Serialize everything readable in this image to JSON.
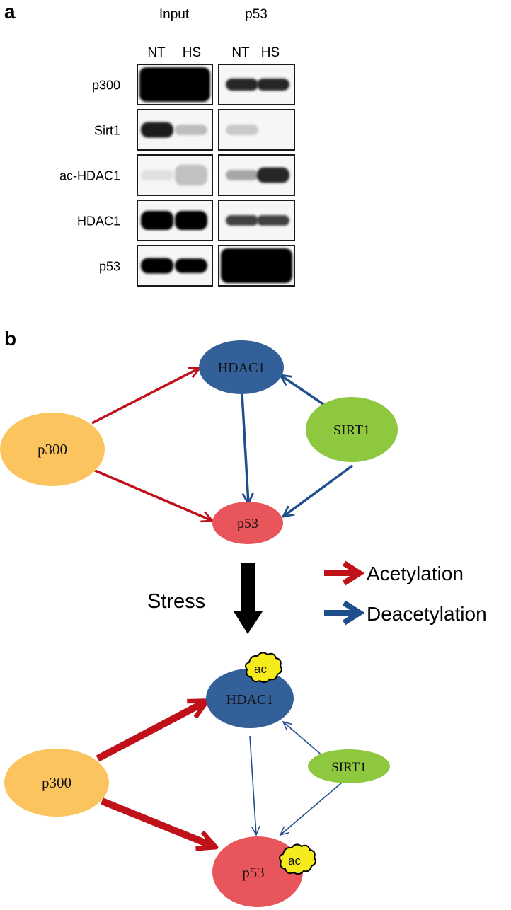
{
  "panel_a": {
    "label": "a",
    "groups": [
      {
        "name": "Input",
        "lanes": [
          "NT",
          "HS"
        ]
      },
      {
        "name": "p53",
        "lanes": [
          "NT",
          "HS"
        ]
      }
    ],
    "rows": [
      {
        "label": "p300",
        "input_bands": [
          {
            "intensity": 1.0,
            "thickness": 1.0
          },
          {
            "intensity": 1.0,
            "thickness": 1.0
          }
        ],
        "ip_bands": [
          {
            "intensity": 0.85,
            "thickness": 0.35
          },
          {
            "intensity": 0.85,
            "thickness": 0.35
          }
        ]
      },
      {
        "label": "Sirt1",
        "input_bands": [
          {
            "intensity": 0.9,
            "thickness": 0.45
          },
          {
            "intensity": 0.2,
            "thickness": 0.3
          }
        ],
        "ip_bands": [
          {
            "intensity": 0.15,
            "thickness": 0.3
          },
          {
            "intensity": 0.0,
            "thickness": 0.2
          }
        ]
      },
      {
        "label": "ac-HDAC1",
        "input_bands": [
          {
            "intensity": 0.05,
            "thickness": 0.3
          },
          {
            "intensity": 0.18,
            "thickness": 0.6
          }
        ],
        "ip_bands": [
          {
            "intensity": 0.3,
            "thickness": 0.3
          },
          {
            "intensity": 0.85,
            "thickness": 0.45
          }
        ]
      },
      {
        "label": "HDAC1",
        "input_bands": [
          {
            "intensity": 1.0,
            "thickness": 0.55
          },
          {
            "intensity": 1.0,
            "thickness": 0.55
          }
        ],
        "ip_bands": [
          {
            "intensity": 0.75,
            "thickness": 0.3
          },
          {
            "intensity": 0.75,
            "thickness": 0.3
          }
        ]
      },
      {
        "label": "p53",
        "input_bands": [
          {
            "intensity": 1.0,
            "thickness": 0.45
          },
          {
            "intensity": 1.0,
            "thickness": 0.42
          }
        ],
        "ip_bands": [
          {
            "intensity": 1.0,
            "thickness": 1.0
          },
          {
            "intensity": 1.0,
            "thickness": 1.0
          }
        ]
      }
    ]
  },
  "panel_b": {
    "label": "b",
    "before": {
      "nodes": {
        "hdac1": "HDAC1",
        "sirt1": "SIRT1",
        "p300": "p300",
        "p53": "p53"
      },
      "edges": [
        {
          "from": "p300",
          "to": "HDAC1",
          "kind": "Acetylation",
          "weight": "normal"
        },
        {
          "from": "p300",
          "to": "p53",
          "kind": "Acetylation",
          "weight": "normal"
        },
        {
          "from": "SIRT1",
          "to": "HDAC1",
          "kind": "Deacetylation",
          "weight": "normal"
        },
        {
          "from": "SIRT1",
          "to": "p53",
          "kind": "Deacetylation",
          "weight": "normal"
        },
        {
          "from": "HDAC1",
          "to": "p53",
          "kind": "Deacetylation",
          "weight": "normal"
        }
      ]
    },
    "transition_label": "Stress",
    "legend": [
      {
        "label": "Acetylation",
        "color": "#c0111b"
      },
      {
        "label": "Deacetylation",
        "color": "#1f4e8c"
      }
    ],
    "after": {
      "nodes": {
        "hdac1": "HDAC1",
        "sirt1": "SIRT1",
        "p300": "p300",
        "p53": "p53"
      },
      "modification_tag": "ac",
      "edges": [
        {
          "from": "p300",
          "to": "HDAC1",
          "kind": "Acetylation",
          "weight": "thick"
        },
        {
          "from": "p300",
          "to": "p53",
          "kind": "Acetylation",
          "weight": "thick"
        },
        {
          "from": "SIRT1",
          "to": "HDAC1",
          "kind": "Deacetylation",
          "weight": "thin"
        },
        {
          "from": "SIRT1",
          "to": "p53",
          "kind": "Deacetylation",
          "weight": "thin"
        },
        {
          "from": "HDAC1",
          "to": "p53",
          "kind": "Deacetylation",
          "weight": "thin"
        }
      ]
    }
  },
  "colors": {
    "acetylation": "#c0111b",
    "deacetylation": "#1f4e8c",
    "hdac1_node": "#34609a",
    "sirt1_node": "#8dc83e",
    "p300_node": "#fbc45e",
    "p53_node": "#e8555a",
    "ac_tag": "#f5ea1c"
  }
}
